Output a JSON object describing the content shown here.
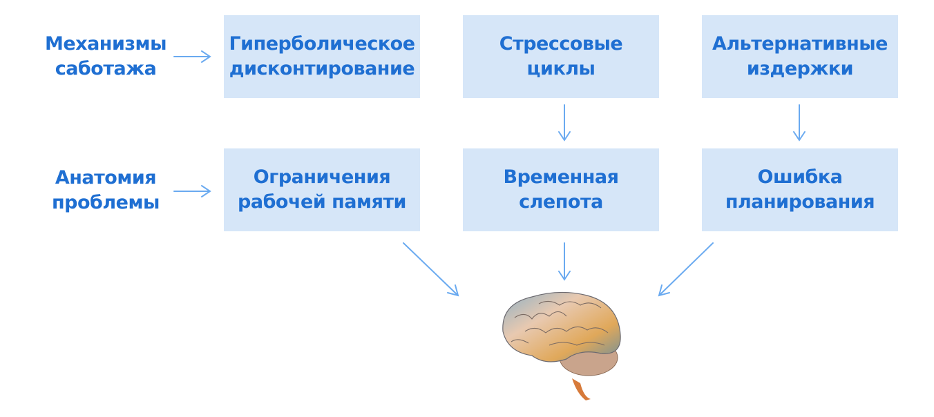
{
  "rows": [
    {
      "label": [
        "Механизмы",
        "саботажа"
      ],
      "boxes": [
        [
          "Гиперболическое",
          "дисконтирование"
        ],
        [
          "Стрессовые",
          "циклы"
        ],
        [
          "Альтернативные",
          "издержки"
        ]
      ]
    },
    {
      "label": [
        "Анатомия",
        "проблемы"
      ],
      "boxes": [
        [
          "Ограничения",
          "рабочей памяти"
        ],
        [
          "Временная",
          "слепота"
        ],
        [
          "Ошибка",
          "планирования"
        ]
      ]
    }
  ],
  "colors": {
    "text": "#1f6fd2",
    "box": "#d6e6f8",
    "arrow": "#6aaaf0"
  },
  "image": "brain-illustration"
}
